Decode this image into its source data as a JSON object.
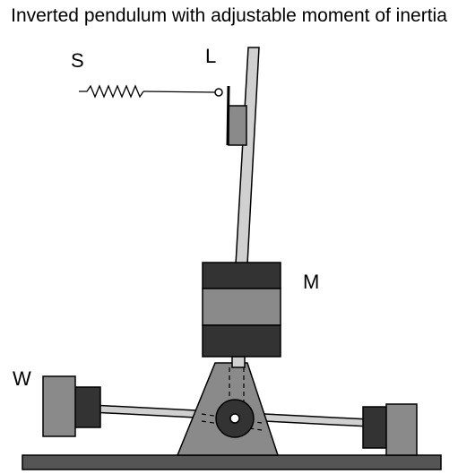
{
  "title": "Inverted pendulum with adjustable moment of inertia",
  "labels": {
    "spring": "S",
    "lever": "L",
    "mass": "M",
    "weights": "W"
  },
  "colors": {
    "dark": "#3a3a3a",
    "mid": "#8a8a8a",
    "light": "#c8c8c8",
    "base": "#555555"
  }
}
